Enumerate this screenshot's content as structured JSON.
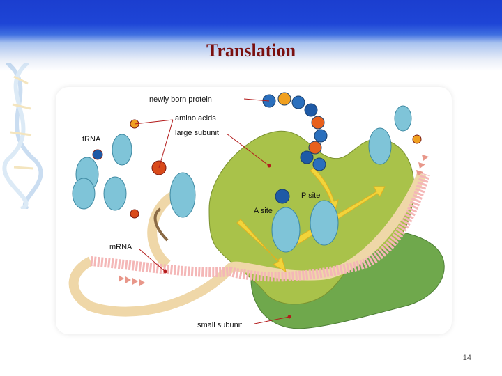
{
  "slide": {
    "title": "Translation",
    "page_number": "14"
  },
  "diagram": {
    "labels": {
      "newly_born_protein": "newly born protein",
      "amino_acids": "amino acids",
      "large_subunit": "large subunit",
      "trna": "tRNA",
      "p_site": "P site",
      "a_site": "A site",
      "mrna": "mRNA",
      "small_subunit": "small subunit"
    },
    "colors": {
      "title": "#7a0f0f",
      "header_blue": "#1e45d6",
      "large_subunit": "#a9c24a",
      "small_subunit": "#6fa84c",
      "trna": "#7fc4d8",
      "leader_line": "#b31b1b",
      "arrow": "#f2d43a"
    }
  }
}
